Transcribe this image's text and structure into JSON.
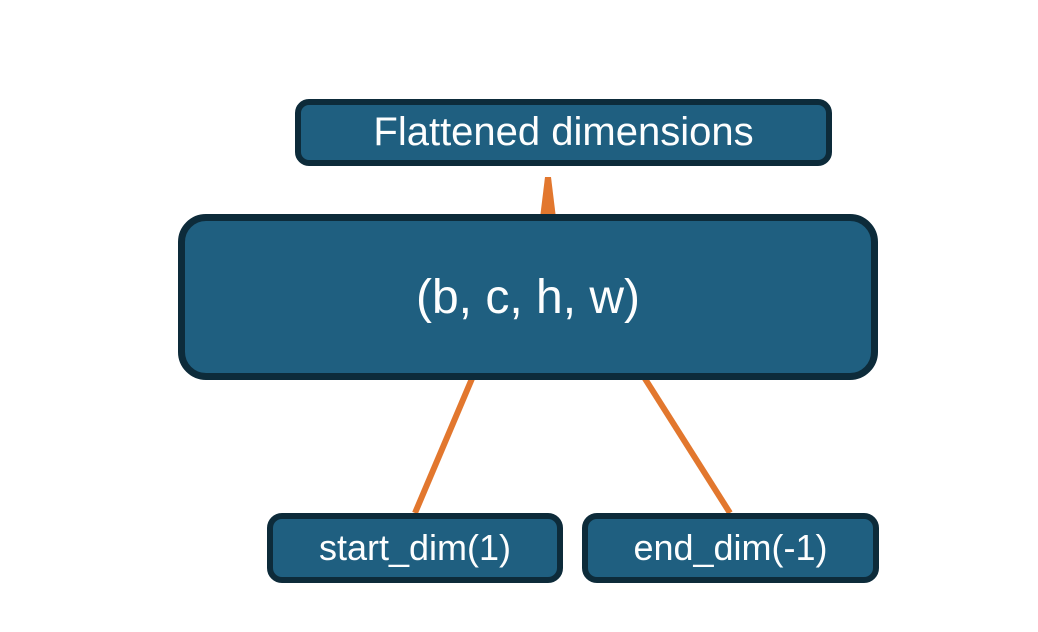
{
  "diagram": {
    "nodes": {
      "flattened_label": {
        "text": "Flattened dimensions"
      },
      "tensor_shape": {
        "text": "(b, c, h, w)"
      },
      "start_dim": {
        "text": "start_dim(1)"
      },
      "end_dim": {
        "text": "end_dim(-1)"
      }
    },
    "connectors": {
      "brace": {
        "type": "brace",
        "from": "flattened_label",
        "to": "tensor_shape"
      },
      "start_arrow": {
        "type": "arrow",
        "from": "start_dim",
        "to": "tensor_shape"
      },
      "end_arrow": {
        "type": "arrow",
        "from": "end_dim",
        "to": "tensor_shape"
      }
    },
    "colors": {
      "node_fill": "#1F5F80",
      "node_border": "#0D2B3A",
      "connector": "#E2772E",
      "node_text": "#FDFEFE",
      "background": "#FFFFFF"
    }
  }
}
